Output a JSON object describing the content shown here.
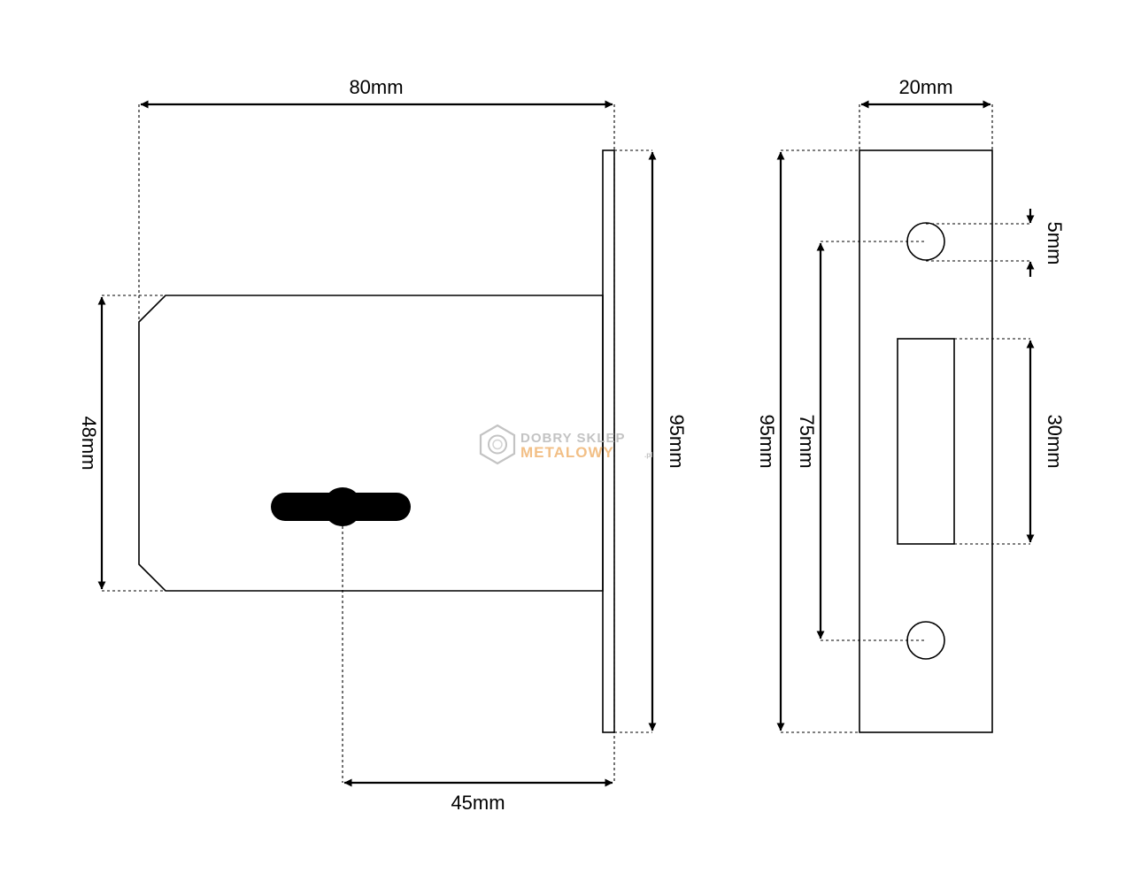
{
  "colors": {
    "body_fill": "#ebebeb",
    "outline": "#000000",
    "bolt_fill": "#808080",
    "keyhole_fill": "#000000",
    "watermark_grey": "#bdbdbd",
    "watermark_orange": "#f1b97a"
  },
  "dimensions": {
    "body_length": "80mm",
    "body_height": "48mm",
    "faceplate_height": "95mm",
    "backset": "45mm",
    "strike_width": "20mm",
    "strike_height": "95mm",
    "screw_spacing": "75mm",
    "hole_diameter": "5mm",
    "bolt_opening": "30mm"
  },
  "watermark": {
    "line1": "DOBRY SKLEP",
    "line2": "METALOWY",
    "suffix": ".pl",
    "icon": "hex-nut-icon"
  }
}
